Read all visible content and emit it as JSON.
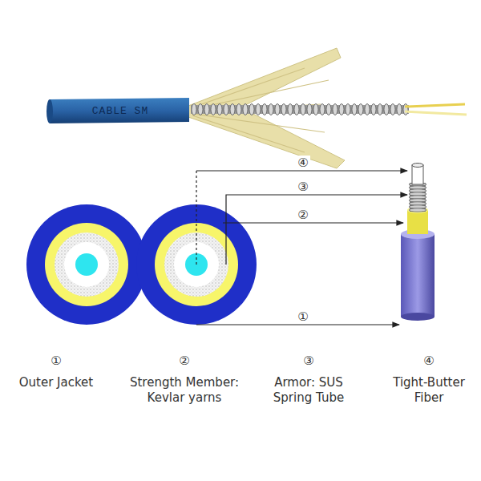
{
  "diagram": {
    "labels": [
      "CABLE SM",
      "④",
      "③",
      "②",
      "①",
      "①",
      "Outer Jacket",
      "②",
      "Strength Member: Kevlar yarns",
      "③",
      "Armor: SUS Spring Tube",
      "④",
      "Tight-Butter Fiber"
    ]
  }
}
